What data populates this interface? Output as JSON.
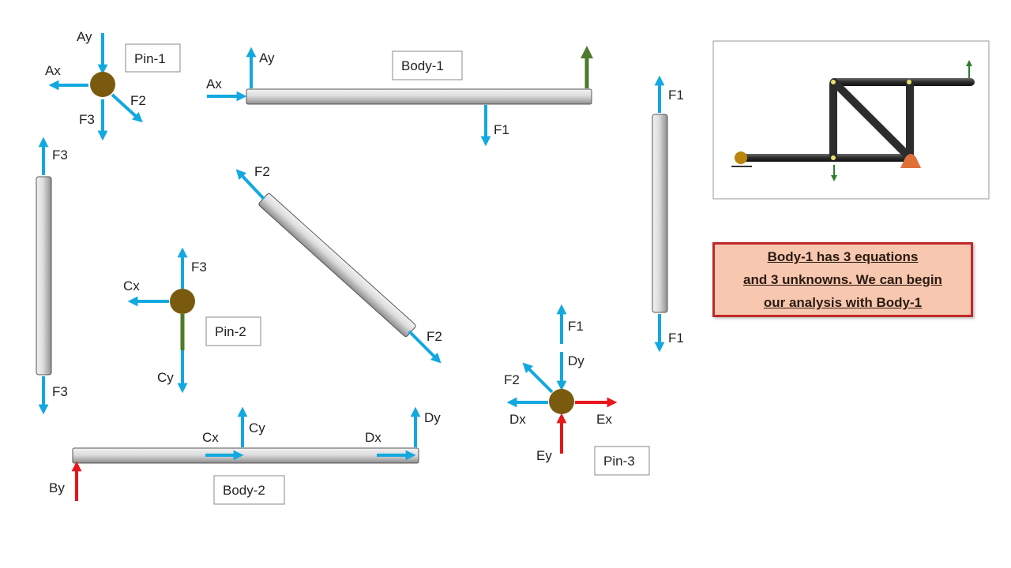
{
  "colors": {
    "force_blue": "#12a8e0",
    "force_red": "#e8151b",
    "force_green": "#4e7a2a",
    "pin_brown": "#7a5a0e",
    "note_fill": "#f8c7b0",
    "note_border": "#c0282a"
  },
  "boxes": {
    "pin1": "Pin-1",
    "pin2": "Pin-2",
    "pin3": "Pin-3",
    "body1": "Body-1",
    "body2": "Body-2"
  },
  "forces": {
    "pin1": {
      "ay": "Ay",
      "ax": "Ax",
      "f2": "F2",
      "f3": "F3"
    },
    "body1": {
      "ay": "Ay",
      "ax": "Ax",
      "f1": "F1"
    },
    "member_f1": {
      "top": "F1",
      "bottom": "F1"
    },
    "member_f3": {
      "top": "F3",
      "bottom": "F3"
    },
    "member_f2": {
      "top": "F2",
      "bottom": "F2"
    },
    "pin2": {
      "f3": "F3",
      "cx": "Cx",
      "cy": "Cy"
    },
    "pin3": {
      "f1": "F1",
      "dy": "Dy",
      "f2": "F2",
      "dx": "Dx",
      "ex": "Ex",
      "ey": "Ey"
    },
    "body2": {
      "cx": "Cx",
      "cy": "Cy",
      "dx": "Dx",
      "dy": "Dy",
      "by": "By"
    }
  },
  "note": {
    "line1": "Body-1 has 3 equations",
    "line2": "and 3 unknowns. We can begin",
    "line3": "our analysis with Body-1"
  }
}
